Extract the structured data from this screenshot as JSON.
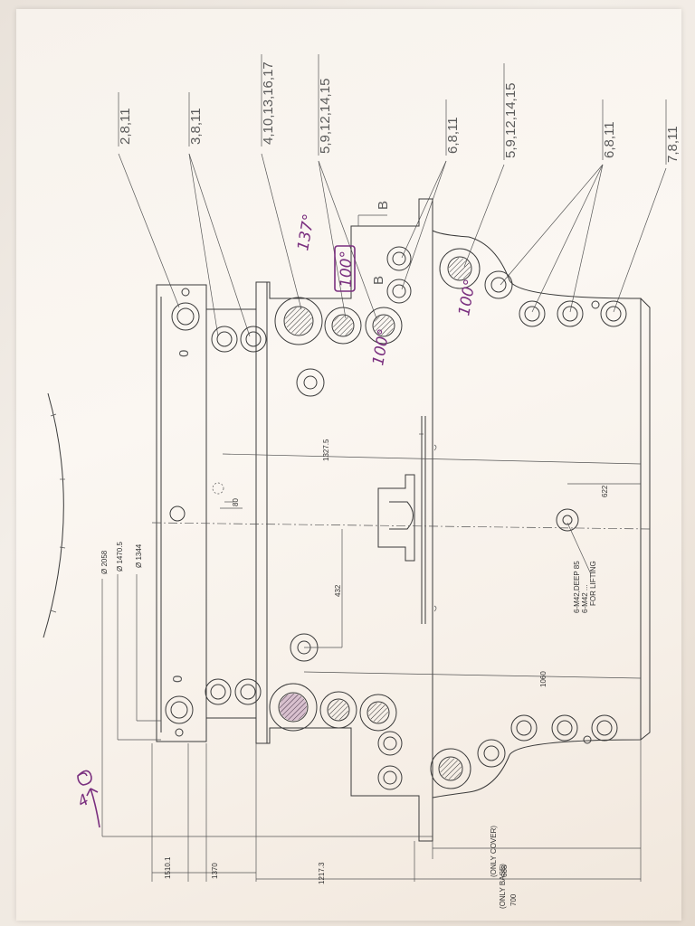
{
  "balloons": [
    {
      "id": "b1",
      "text": "2,8,11"
    },
    {
      "id": "b2",
      "text": "3,8,11"
    },
    {
      "id": "b3",
      "text": "4,10,13,16,17"
    },
    {
      "id": "b4",
      "text": "5,9,12,14,15"
    },
    {
      "id": "b5",
      "text": "6,8,11"
    },
    {
      "id": "b6",
      "text": "5,9,12,14,15"
    },
    {
      "id": "b7",
      "text": "6,8,11"
    },
    {
      "id": "b8",
      "text": "7,8,11"
    }
  ],
  "section_marks": {
    "b_top": "B",
    "b_bottom": "B"
  },
  "dimensions": {
    "d1327_5": "1327.5",
    "d80": "80",
    "d432": "432",
    "d622": "622",
    "d1060": "1060",
    "d2058": "Ø 2058",
    "d1470_5": "Ø 1470.5",
    "d1344": "Ø 1344",
    "d1510_1": "1510.1",
    "d1370": "1370",
    "d1217_3": "1217.3",
    "d688": "688",
    "d700": "700"
  },
  "notes": {
    "cover": "(ONLY COVER)",
    "base": "(ONLY BASE)",
    "tapped": "6-M42,DEEP 85",
    "tapped2": "6-M42 ...",
    "for_lifting": "FOR LIFTING"
  },
  "handwritten": {
    "h137": "137°",
    "h100a": "100°",
    "h100b": "100°",
    "h100c": "100°",
    "h4": "4"
  },
  "markers": {
    "o_top": "0",
    "o_bottom": "0"
  }
}
